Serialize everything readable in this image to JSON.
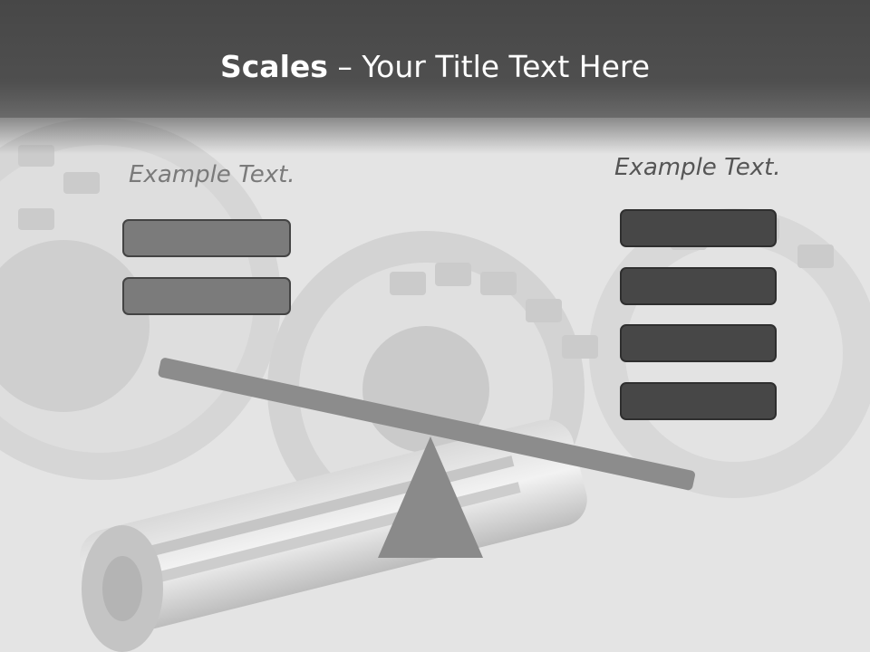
{
  "title": {
    "bold": "Scales",
    "rest": " – Your Title Text Here"
  },
  "left": {
    "label": "Example Text.",
    "boxes": [
      "",
      ""
    ]
  },
  "right": {
    "label": "Example Text.",
    "boxes": [
      "",
      "",
      "",
      ""
    ]
  },
  "colors": {
    "title_bar": "#4a4a4a",
    "left_box": "#7b7b7b",
    "right_box": "#474747",
    "beam": "#8c8c8c",
    "fulcrum": "#8a8a8a"
  }
}
